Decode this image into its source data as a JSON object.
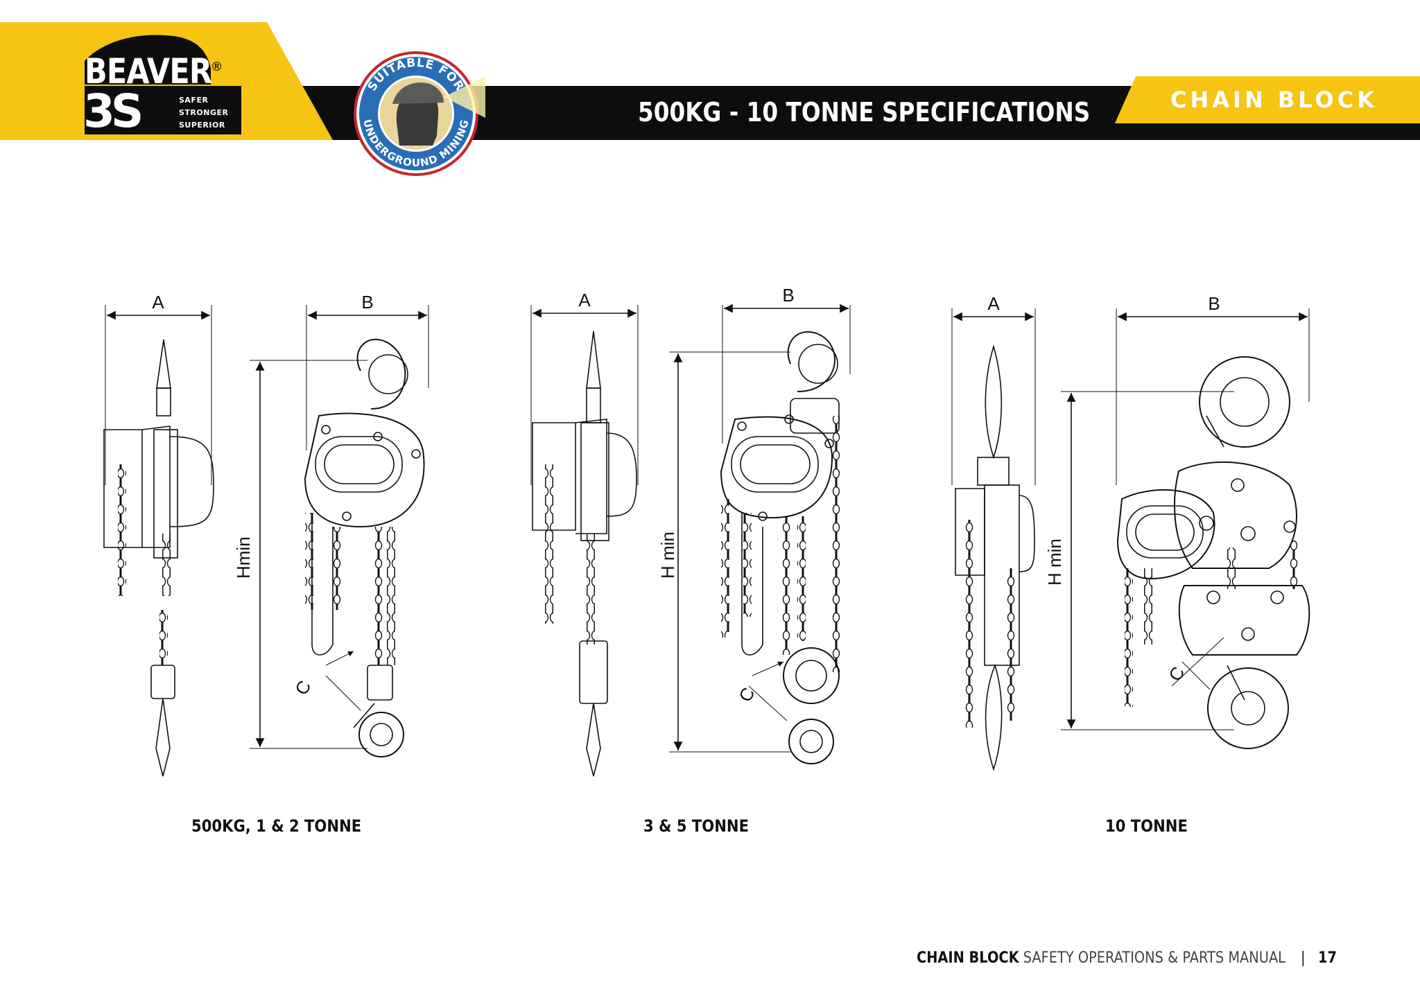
{
  "header": {
    "brand": "BEAVER",
    "registered_mark": "®",
    "logo_3s": "3S",
    "taglines": [
      "SAFER",
      "STRONGER",
      "SUPERIOR"
    ],
    "badge_top": "SUITABLE FOR",
    "badge_bottom": "UNDERGROUND MINING",
    "title": "500KG - 10 TONNE SPECIFICATIONS",
    "section": "CHAIN BLOCK"
  },
  "colors": {
    "brand_yellow": "#F7C413",
    "band_black": "#0d0d0d",
    "badge_blue": "#2a6db5",
    "badge_red": "#c1272d"
  },
  "drawings": [
    {
      "caption": "500KG, 1 & 2 TONNE",
      "labels": {
        "a": "A",
        "b": "B",
        "h": "Hmin",
        "c": "C"
      }
    },
    {
      "caption": "3 & 5 TONNE",
      "labels": {
        "a": "A",
        "b": "B",
        "h": "H min",
        "c": "C"
      }
    },
    {
      "caption": "10 TONNE",
      "labels": {
        "a": "A",
        "b": "B",
        "h": "H min",
        "c": "C"
      }
    }
  ],
  "footer": {
    "bold": "CHAIN BLOCK",
    "rest": "SAFETY OPERATIONS & PARTS MANUAL",
    "separator": "|",
    "page_number": "17"
  }
}
